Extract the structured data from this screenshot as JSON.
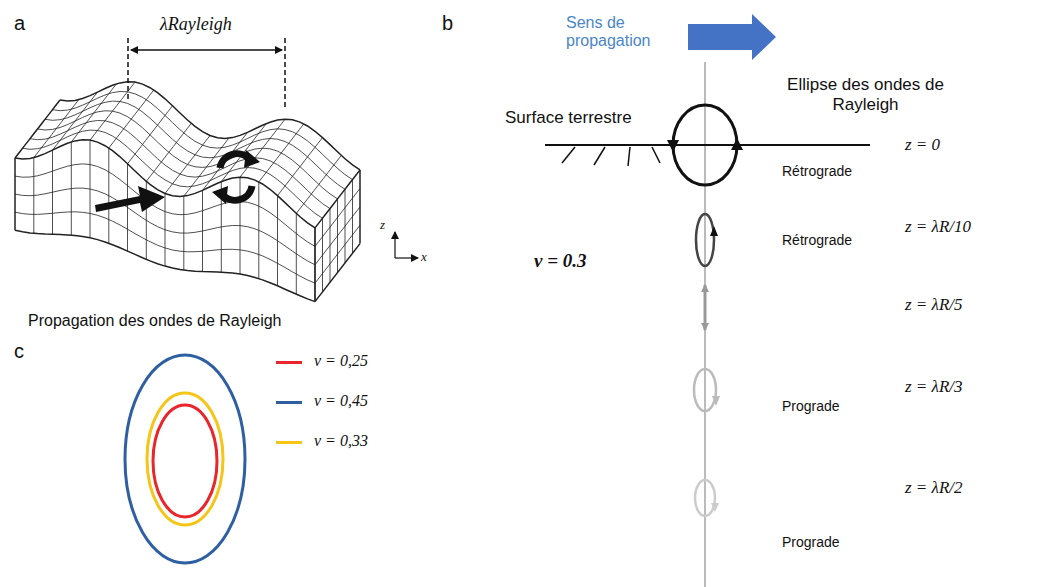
{
  "diagram": {
    "labels": [
      "a",
      "b",
      "c",
      "λRayleigh",
      "z",
      "x",
      "Propagation des ondes de Rayleigh",
      "Sens de propagation",
      "Surface terrestre",
      "Ellipse des ondes de Rayleigh",
      "Rétrograde",
      "Rétrograde",
      "Prograde",
      "Prograde",
      "z = 0",
      "z = λR/10",
      "z = λR/5",
      "z = λR/3",
      "z = λR/2",
      "ν = 0.3"
    ],
    "legend": [
      {
        "text": "ν = 0,25",
        "color": "#e8262b"
      },
      {
        "text": "ν = 0,45",
        "color": "#2e5fa3"
      },
      {
        "text": "ν = 0,33",
        "color": "#f5c518"
      }
    ]
  }
}
